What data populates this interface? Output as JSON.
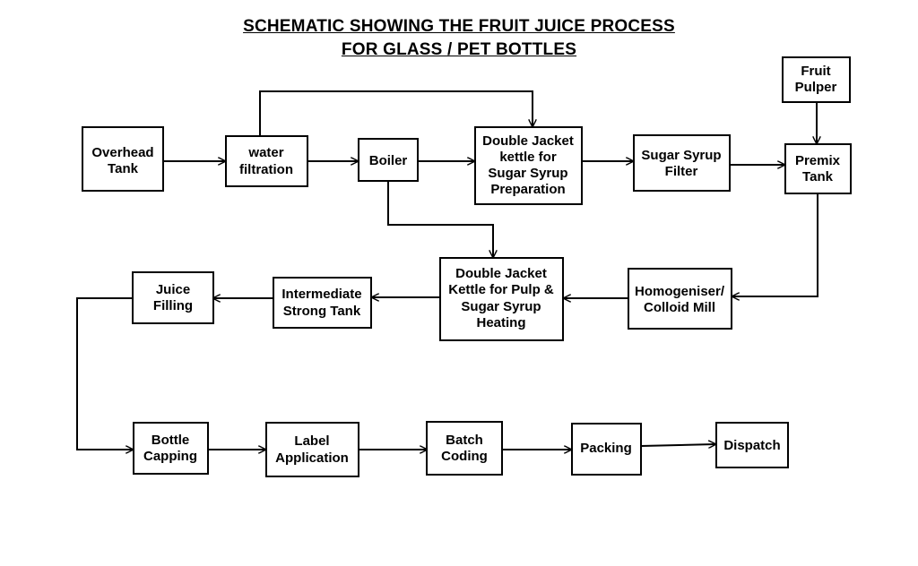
{
  "title": {
    "line1": "SCHEMATIC SHOWING THE FRUIT JUICE PROCESS",
    "line2": "FOR GLASS / PET BOTTLES"
  },
  "nodes": {
    "overhead_tank": [
      "Overhead",
      "Tank"
    ],
    "water_filtration": [
      "water",
      "filtration"
    ],
    "boiler": [
      "Boiler"
    ],
    "double_jacket_sugar": [
      "Double Jacket",
      "kettle for",
      "Sugar Syrup",
      "Preparation"
    ],
    "sugar_syrup_filter": [
      "Sugar Syrup",
      "Filter"
    ],
    "fruit_pulper": [
      "Fruit",
      "Pulper"
    ],
    "premix_tank": [
      "Premix",
      "Tank"
    ],
    "homogeniser": [
      "Homogeniser/",
      "Colloid Mill"
    ],
    "double_jacket_pulp": [
      "Double Jacket",
      "Kettle for Pulp &",
      "Sugar Syrup",
      "Heating"
    ],
    "intermediate_tank": [
      "Intermediate",
      "Strong Tank"
    ],
    "juice_filling": [
      "Juice",
      "Filling"
    ],
    "bottle_capping": [
      "Bottle",
      "Capping"
    ],
    "label_application": [
      "Label",
      "Application"
    ],
    "batch_coding": [
      "Batch",
      "Coding"
    ],
    "packing": [
      "Packing"
    ],
    "dispatch": [
      "Dispatch"
    ]
  }
}
